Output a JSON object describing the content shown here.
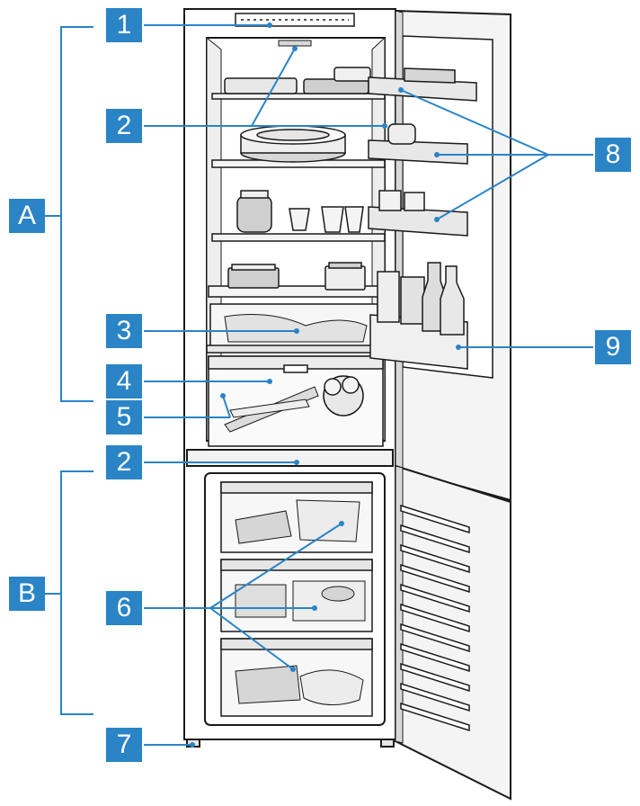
{
  "diagram": {
    "title": "",
    "callouts": {
      "c1": "1",
      "c2a": "2",
      "c2b": "2",
      "c3": "3",
      "c4": "4",
      "c5": "5",
      "c6": "6",
      "c7": "7",
      "c8": "8",
      "c9": "9"
    },
    "sections": {
      "a": "A",
      "b": "B"
    },
    "colors": {
      "callout_fill": "#2a84c6",
      "callout_text": "#ffffff",
      "line": "#2a84c6",
      "outline": "#1a1a1a",
      "cabinet_fill": "#ffffff",
      "interior_shade": "#d0d0d0",
      "door_fill": "#f4f4f4"
    }
  }
}
